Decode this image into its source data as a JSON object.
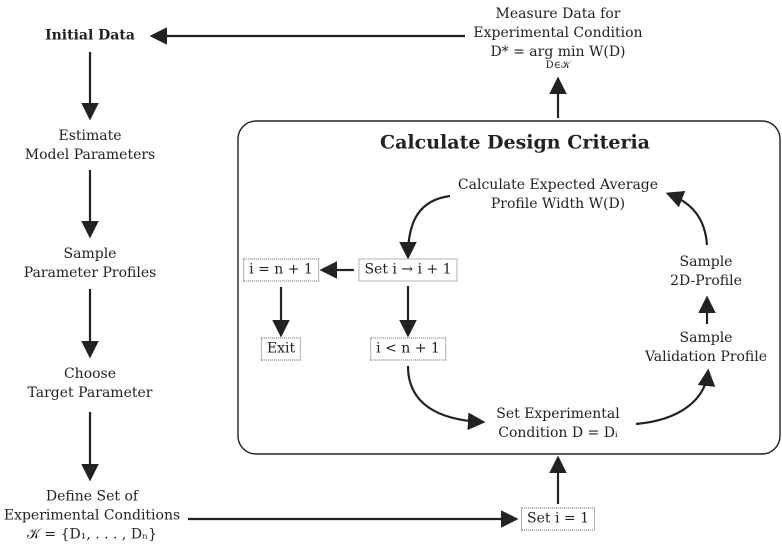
{
  "nodes": {
    "initial_data": "Initial Data",
    "estimate": [
      "Estimate",
      "Model Parameters"
    ],
    "sample_profiles": [
      "Sample",
      "Parameter Profiles"
    ],
    "choose_target": [
      "Choose",
      "Target Parameter"
    ],
    "define_set": [
      "Define Set of",
      "Experimental Conditions",
      "𝒦 = {D₁, . . . , Dₙ}"
    ],
    "set_i_1": "Set i = 1",
    "measure": [
      "Measure Data for",
      "Experimental Condition",
      "D* = arg min W(D)",
      "D∈𝒦"
    ],
    "calc_title": "Calculate Design Criteria",
    "calc_expected": [
      "Calculate Expected Average",
      "Profile Width W(D)"
    ],
    "set_increment": "Set i → i + 1",
    "i_eq": "i = n + 1",
    "exit": "Exit",
    "i_lt": "i < n + 1",
    "set_condition": [
      "Set Experimental",
      "Condition D = Dᵢ"
    ],
    "sample_validation": [
      "Sample",
      "Validation Profile"
    ],
    "sample_2d": [
      "Sample",
      "2D-Profile"
    ]
  }
}
